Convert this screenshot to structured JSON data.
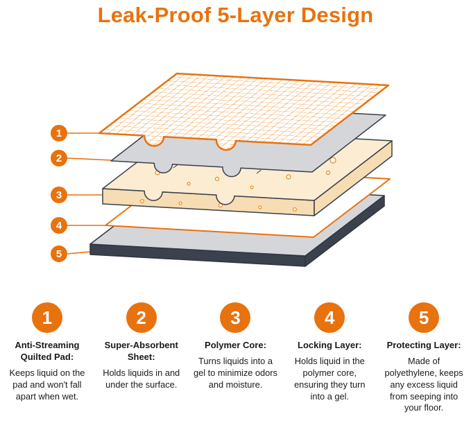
{
  "title": "Leak-Proof 5-Layer Design",
  "colors": {
    "accent": "#e8720e",
    "mesh_orange": "#ee8a1e",
    "outline_dark": "#3a3f4a",
    "sheet_gray": "#d4d6d9",
    "core_cream": "#fcecd2"
  },
  "diagram": {
    "layer_badges": [
      "1",
      "2",
      "3",
      "4",
      "5"
    ]
  },
  "features": [
    {
      "number": "1",
      "heading": "Anti-Streaming Quilted Pad:",
      "body": "Keeps liquid on the pad and won't fall apart when wet."
    },
    {
      "number": "2",
      "heading": "Super-Absorbent Sheet:",
      "body": "Holds liquids in and under the surface."
    },
    {
      "number": "3",
      "heading": "Polymer Core:",
      "body": "Turns liquids into a gel to minimize odors and moisture."
    },
    {
      "number": "4",
      "heading": "Locking Layer:",
      "body": "Holds liquid in the polymer core, ensuring they turn into a gel."
    },
    {
      "number": "5",
      "heading": "Protecting Layer:",
      "body": "Made of polyethylene, keeps any excess liquid from seeping into your floor."
    }
  ]
}
